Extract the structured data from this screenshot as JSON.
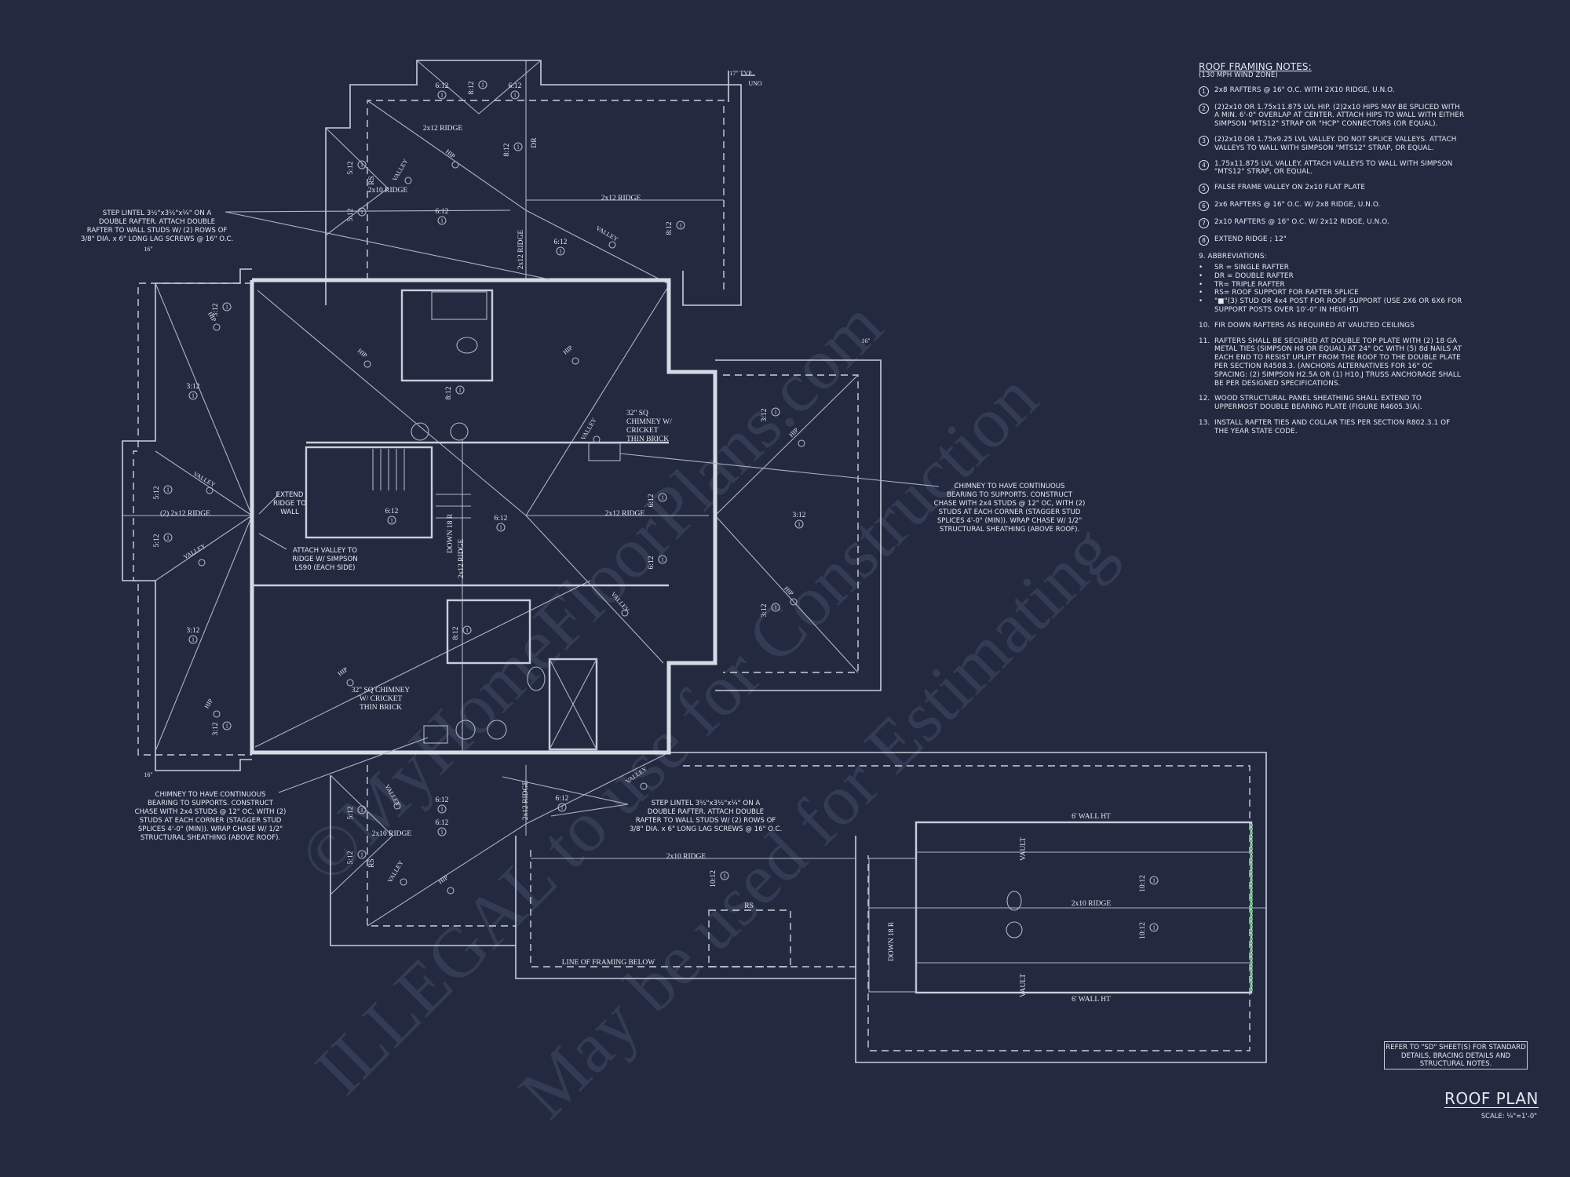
{
  "watermark": {
    "line1": "©MyHomeFloorPlans.com",
    "line2": "ILLEGAL to use for Construction",
    "line3": "May be used for Estimating"
  },
  "colors": {
    "background": "#232a40",
    "linework": "#c9cedb",
    "text": "#e4e7ef"
  },
  "notes": {
    "title": "ROOF FRAMING NOTES:",
    "subtitle": "(130 MPH WIND ZONE)",
    "items": [
      {
        "num": "1",
        "text": "2x8 RAFTERS @ 16\" O.C. WITH 2X10 RIDGE, U.N.O."
      },
      {
        "num": "2",
        "text": "(2)2x10 OR 1.75x11.875 LVL HIP.  (2)2x10 HIPS MAY BE SPLICED WITH A MIN. 6'-0\" OVERLAP AT CENTER. ATTACH HIPS TO WALL WITH EITHER SIMPSON \"MTS12\" STRAP OR \"HCP\" CONNECTORS (OR EQUAL)."
      },
      {
        "num": "3",
        "text": "(2)2x10 OR 1.75x9.25 LVL VALLEY.  DO NOT SPLICE VALLEYS. ATTACH VALLEYS TO WALL WITH  SIMPSON \"MTS12\" STRAP, OR EQUAL."
      },
      {
        "num": "4",
        "text": "1.75x11.875 LVL VALLEY.  ATTACH VALLEYS TO WALL WITH SIMPSON \"MTS12\" STRAP, OR EQUAL."
      },
      {
        "num": "5",
        "text": "FALSE FRAME VALLEY ON 2x10 FLAT PLATE"
      },
      {
        "num": "6",
        "text": "2x6 RAFTERS @ 16\" O.C. W/ 2x8 RIDGE, U.N.O."
      },
      {
        "num": "7",
        "text": "2x10 RAFTERS @ 16\" O.C. W/ 2x12 RIDGE, U.N.O."
      },
      {
        "num": "8",
        "text": "EXTEND RIDGE ; 12\""
      }
    ],
    "abbr_heading": "9.  ABBREVIATIONS:",
    "abbreviations": [
      "SR = SINGLE RAFTER",
      "DR = DOUBLE RAFTER",
      "TR= TRIPLE RAFTER",
      "RS= ROOF SUPPORT FOR RAFTER SPLICE",
      "\"■\"(3) STUD OR 4x4 POST FOR ROOF SUPPORT (USE 2X6 OR 6X6 FOR SUPPORT POSTS OVER 10'-0\" IN HEIGHT)"
    ],
    "items2": [
      {
        "num": "10.",
        "text": "FIR DOWN RAFTERS AS REQUIRED AT VAULTED CEILINGS"
      },
      {
        "num": "11.",
        "text": "RAFTERS SHALL BE SECURED AT DOUBLE TOP PLATE WITH (2) 18 GA METAL TIES (SIMPSON H8 OR EQUAL) AT 24\" OC WITH (5) 8d NAILS AT EACH END TO RESIST UPLIFT FROM THE ROOF TO THE DOUBLE PLATE PER SECTION R4508.3. (ANCHORS ALTERNATIVES FOR 16\" OC SPACING: (2) SIMPSON H2.5A OR (1) H10.J TRUSS ANCHORAGE SHALL BE PER DESIGNED SPECIFICATIONS."
      },
      {
        "num": "12.",
        "text": "WOOD STRUCTURAL PANEL SHEATHING SHALL EXTEND TO UPPERMOST DOUBLE BEARING PLATE (FIGURE R4605.3(A)."
      },
      {
        "num": "13.",
        "text": "INSTALL RAFTER TIES AND COLLAR TIES PER SECTION R802.3.1 OF THE YEAR STATE CODE."
      }
    ]
  },
  "refer_box": "REFER TO \"SD\"  SHEET(S) FOR STANDARD DETAILS, BRACING DETAILS AND STRUCTURAL NOTES.",
  "sheet": {
    "title": "ROOF PLAN",
    "scale": "SCALE: ¼\"=1'-0\""
  },
  "plan_labels": {
    "ridges": [
      "2x12 RIDGE",
      "2x10 RIDGE",
      "2x12 RIDGE",
      "2x12 RIDGE",
      "(2) 2x12 RIDGE",
      "2x12 RIDGE",
      "2x12 RIDGE",
      "2x10 RIDGE",
      "2x10 RIDGE",
      "2x10 RIDGE",
      "2x12 RIDGE"
    ],
    "wall_ht_top": "6' WALL HT",
    "wall_ht_bottom": "6' WALL HT",
    "line_of_framing": "LINE OF FRAMING BELOW",
    "rs": [
      "RS",
      "RS",
      "RS"
    ],
    "dr": "DR",
    "down": [
      "DOWN 18 R",
      "DOWN 18 R"
    ],
    "vault": [
      "VAULT",
      "VAULT"
    ],
    "dim_typ": [
      "17\" TYP.",
      "UNO"
    ],
    "dim_16": "16\"",
    "hip": "HIP",
    "valley": "VALLEY",
    "pitches": [
      "6:12",
      "8:12",
      "6:12",
      "8:12",
      "6:12",
      "6:12",
      "8:12",
      "5:12",
      "5:12",
      "3:12",
      "3:12",
      "5:12",
      "5:12",
      "3:12",
      "3:12",
      "8:12",
      "6:12",
      "6:12",
      "6:12",
      "6:12",
      "3:12",
      "3:12",
      "3:12",
      "8:12",
      "5:12",
      "6:12",
      "5:12",
      "6:12",
      "10:12",
      "10:12",
      "10:12",
      "6:12"
    ],
    "pitch_note": "1"
  },
  "callouts": {
    "step_lintel_top": [
      "STEP LINTEL 3½\"x3½\"x¼\" ON A",
      "DOUBLE RAFTER.  ATTACH DOUBLE",
      "RAFTER TO WALL STUDS W/ (2) ROWS OF",
      "3/8\" DIA. x 6\" LONG LAG SCREWS @ 16\" O.C."
    ],
    "step_lintel_bottom": [
      "STEP LINTEL 3½\"x3½\"x¼\" ON A",
      "DOUBLE RAFTER.  ATTACH DOUBLE",
      "RAFTER TO WALL STUDS W/ (2) ROWS OF",
      "3/8\" DIA. x 6\" LONG LAG SCREWS @ 16\" O.C."
    ],
    "extend_ridge": [
      "EXTEND",
      "RIDGE TO",
      "WALL"
    ],
    "attach_valley": [
      "ATTACH VALLEY TO",
      "RIDGE W/ SIMPSON",
      "LS90 (EACH SIDE)"
    ],
    "chimney_upper": [
      "32\" SQ",
      "CHIMNEY W/",
      "CRICKET",
      "THIN BRICK"
    ],
    "chimney_lower": [
      "32\" SQ CHIMNEY",
      "W/ CRICKET",
      "THIN BRICK"
    ],
    "chimney_note_right": [
      "CHIMNEY TO HAVE CONTINUOUS",
      "BEARING TO SUPPORTS. CONSTRUCT",
      "CHASE WITH 2x4 STUDS @ 12\" OC, WITH (2)",
      "STUDS AT EACH CORNER (STAGGER STUD",
      "SPLICES 4'-0\" (MIN)). WRAP CHASE W/ 1/2\"",
      "STRUCTURAL SHEATHING (ABOVE ROOF)."
    ],
    "chimney_note_left": [
      "CHIMNEY TO HAVE CONTINUOUS",
      "BEARING TO SUPPORTS. CONSTRUCT",
      "CHASE WITH 2x4 STUDS @ 12\" OC, WITH (2)",
      "STUDS AT EACH CORNER (STAGGER STUD",
      "SPLICES 4'-0\" (MIN)). WRAP CHASE W/ 1/2\"",
      "STRUCTURAL SHEATHING (ABOVE ROOF)."
    ]
  }
}
